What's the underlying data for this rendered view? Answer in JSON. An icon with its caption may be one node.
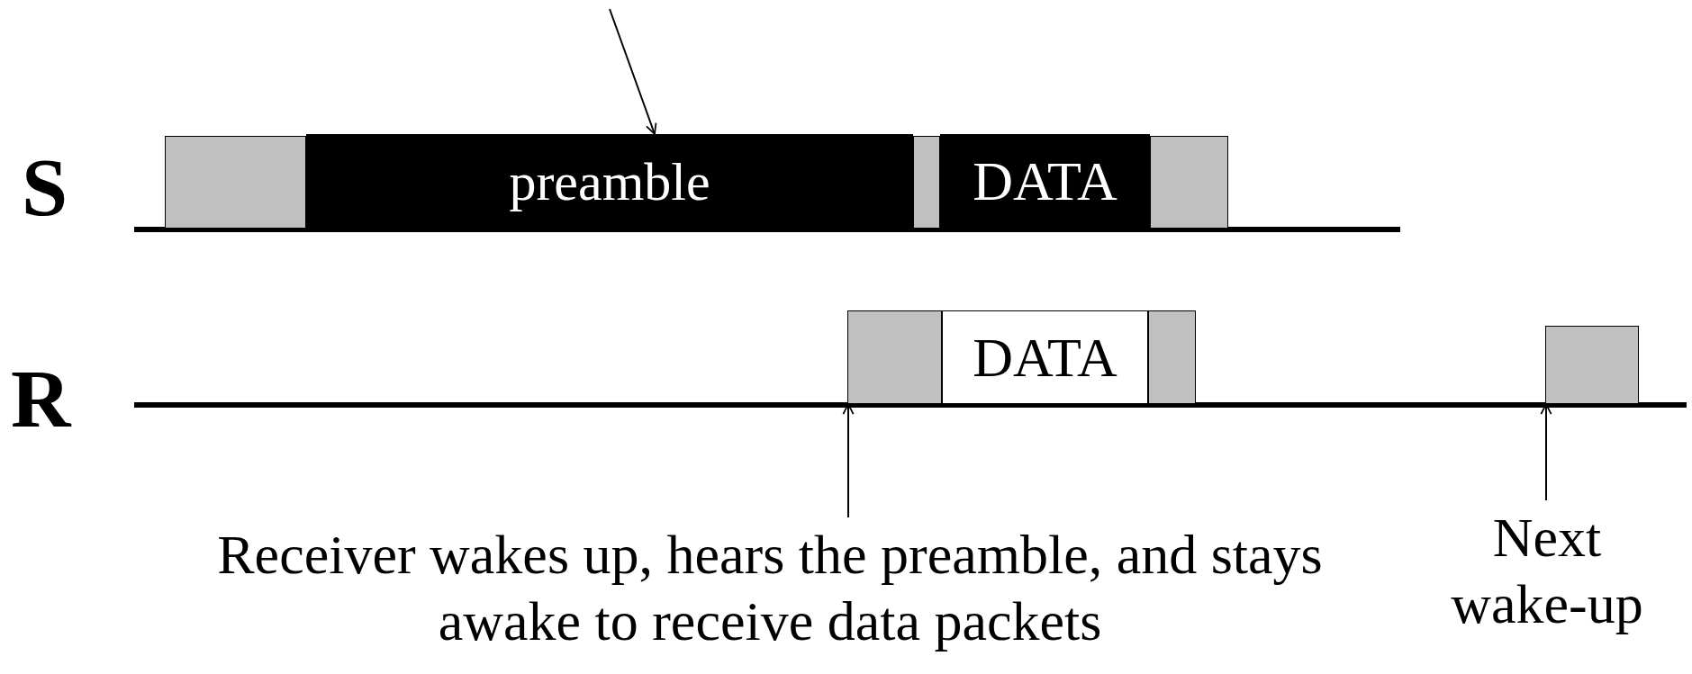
{
  "diagram": {
    "nodes": [
      {
        "text": [],
        "shape": "box"
      },
      {
        "text": [
          "preamble"
        ]
      },
      {
        "text": [],
        "shape": "box"
      },
      {
        "text": [
          "DATA"
        ]
      },
      {
        "text": [],
        "shape": "box"
      },
      {
        "text": [],
        "shape": "box"
      },
      {
        "text": [
          "DATA"
        ]
      },
      {
        "text": [],
        "shape": "box"
      },
      {
        "text": [],
        "shape": "box"
      },
      {
        "text": [
          "Receiver wakes up, hears the preamble, and stays awake to receive data packets"
        ]
      },
      {
        "text": [
          "Next wake-up"
        ]
      }
    ],
    "edges": [
      {
        "from": null,
        "to": 1,
        "arrow": "to"
      },
      {
        "from": 9,
        "to": 5,
        "arrow": "to"
      },
      {
        "from": 10,
        "to": 8,
        "arrow": "to"
      }
    ],
    "labels": [
      "S",
      "R"
    ]
  }
}
